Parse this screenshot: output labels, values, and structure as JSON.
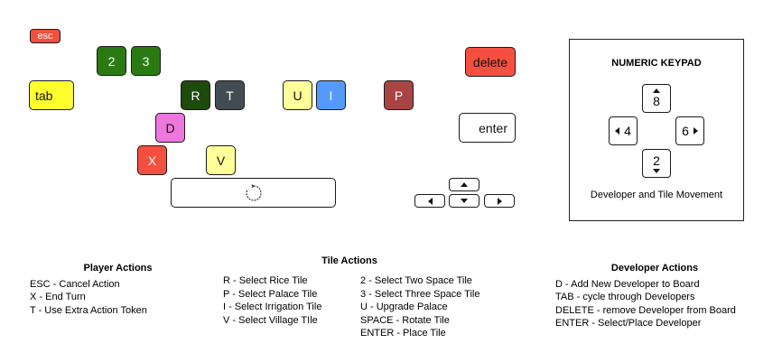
{
  "colors": {
    "red": "#f44f3f",
    "green": "#2a7a12",
    "dark_green": "#1e4a0c",
    "slate": "#434c53",
    "yellow": "#ffff2e",
    "pale_yellow": "#ffff99",
    "blue": "#5599ff",
    "maroon": "#a84444",
    "pink": "#ee77dd"
  },
  "keys": {
    "esc": "esc",
    "two": "2",
    "three": "3",
    "delete": "delete",
    "tab": "tab",
    "r": "R",
    "t": "T",
    "u": "U",
    "i": "I",
    "p": "P",
    "d": "D",
    "enter": "enter",
    "x": "X",
    "v": "V"
  },
  "icons": {
    "space": "rotate-icon",
    "arrow_up": "arrow-up-icon",
    "arrow_down": "arrow-down-icon",
    "arrow_left": "arrow-left-icon",
    "arrow_right": "arrow-right-icon"
  },
  "keypad": {
    "title": "NUMERIC KEYPAD",
    "up": "8",
    "left": "4",
    "right": "6",
    "down": "2",
    "footer": "Developer and Tile Movement"
  },
  "legends": {
    "player": {
      "title": "Player Actions",
      "items": [
        "ESC - Cancel Action",
        "X - End Turn",
        "T - Use Extra Action Token"
      ]
    },
    "tile": {
      "title": "Tile Actions",
      "col1": [
        "R - Select Rice Tile",
        "P - Select Palace Tile",
        "I - Select Irrigation Tile",
        "V - Select Village TIle"
      ],
      "col2": [
        "2 - Select Two Space Tile",
        "3 - Select Three Space Tile",
        "U - Upgrade Palace",
        "SPACE - Rotate Tile",
        "ENTER - Place Tile"
      ]
    },
    "developer": {
      "title": "Developer Actions",
      "items": [
        "D - Add New Developer to Board",
        "TAB - cycle through Developers",
        "DELETE - remove Developer from Board",
        "ENTER - Select/Place Developer"
      ]
    }
  }
}
